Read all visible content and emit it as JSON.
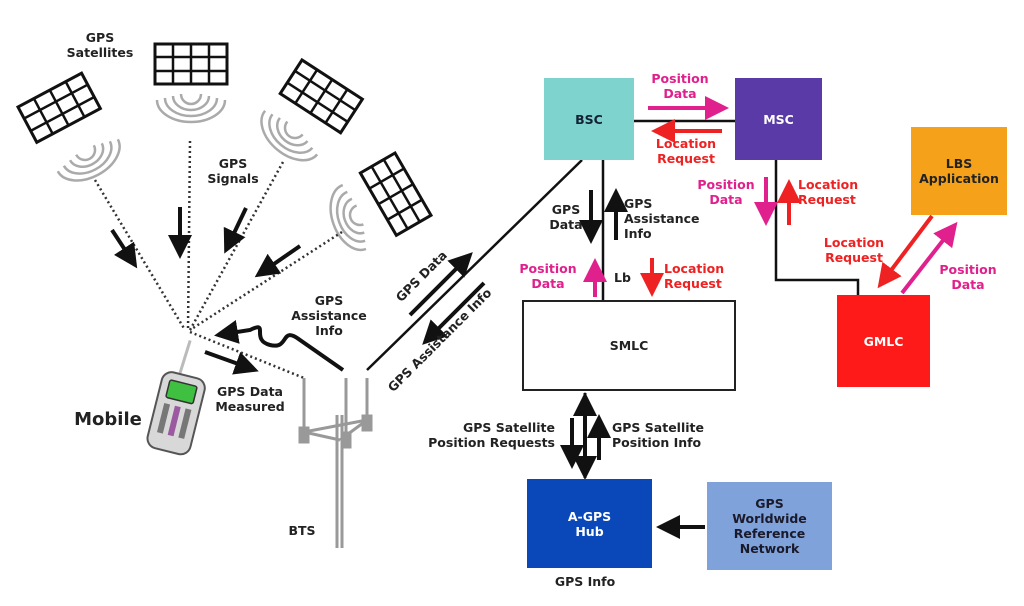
{
  "title": "A-GPS Network Architecture",
  "colors": {
    "bsc": "#7fd3cf",
    "msc": "#5a3aa6",
    "lbs": "#f5a21a",
    "gmlc": "#ff1a1a",
    "agps_hub": "#0a47b8",
    "reference_network": "#7fa2db",
    "position_data": "#e0208c",
    "location_request": "#ee2222"
  },
  "nodes": {
    "bsc": "BSC",
    "msc": "MSC",
    "smlc": "SMLC",
    "lbs": "LBS\nApplication",
    "gmlc": "GMLC",
    "agps_hub": "A-GPS\nHub",
    "reference_network": "GPS\nWorldwide\nReference\nNetwork",
    "mobile": "Mobile",
    "bts": "BTS"
  },
  "labels": {
    "gps_satellites": "GPS\nSatellites",
    "gps_signals": "GPS\nSignals",
    "gps_assistance_info_mobile": "GPS\nAssistance\nInfo",
    "gps_data_measured": "GPS Data\nMeasured",
    "gps_data_diag": "GPS Data",
    "gps_assistance_info_diag": "GPS Assistance Info",
    "bsc_msc_position_data": "Position\nData",
    "bsc_msc_location_request": "Location\nRequest",
    "lb_gps_data": "GPS\nData",
    "lb_gps_assistance_info": "GPS\nAssistance\nInfo",
    "lb_position_data": "Position\nData",
    "lb_label": "Lb",
    "lb_location_request": "Location\nRequest",
    "msc_position_data": "Position\nData",
    "msc_location_request": "Location\nRequest",
    "lbs_location_request": "Location\nRequest",
    "lbs_position_data": "Position\nData",
    "sat_position_requests": "GPS Satellite\nPosition Requests",
    "sat_position_info": "GPS Satellite\nPosition Info",
    "gps_info": "GPS Info"
  }
}
